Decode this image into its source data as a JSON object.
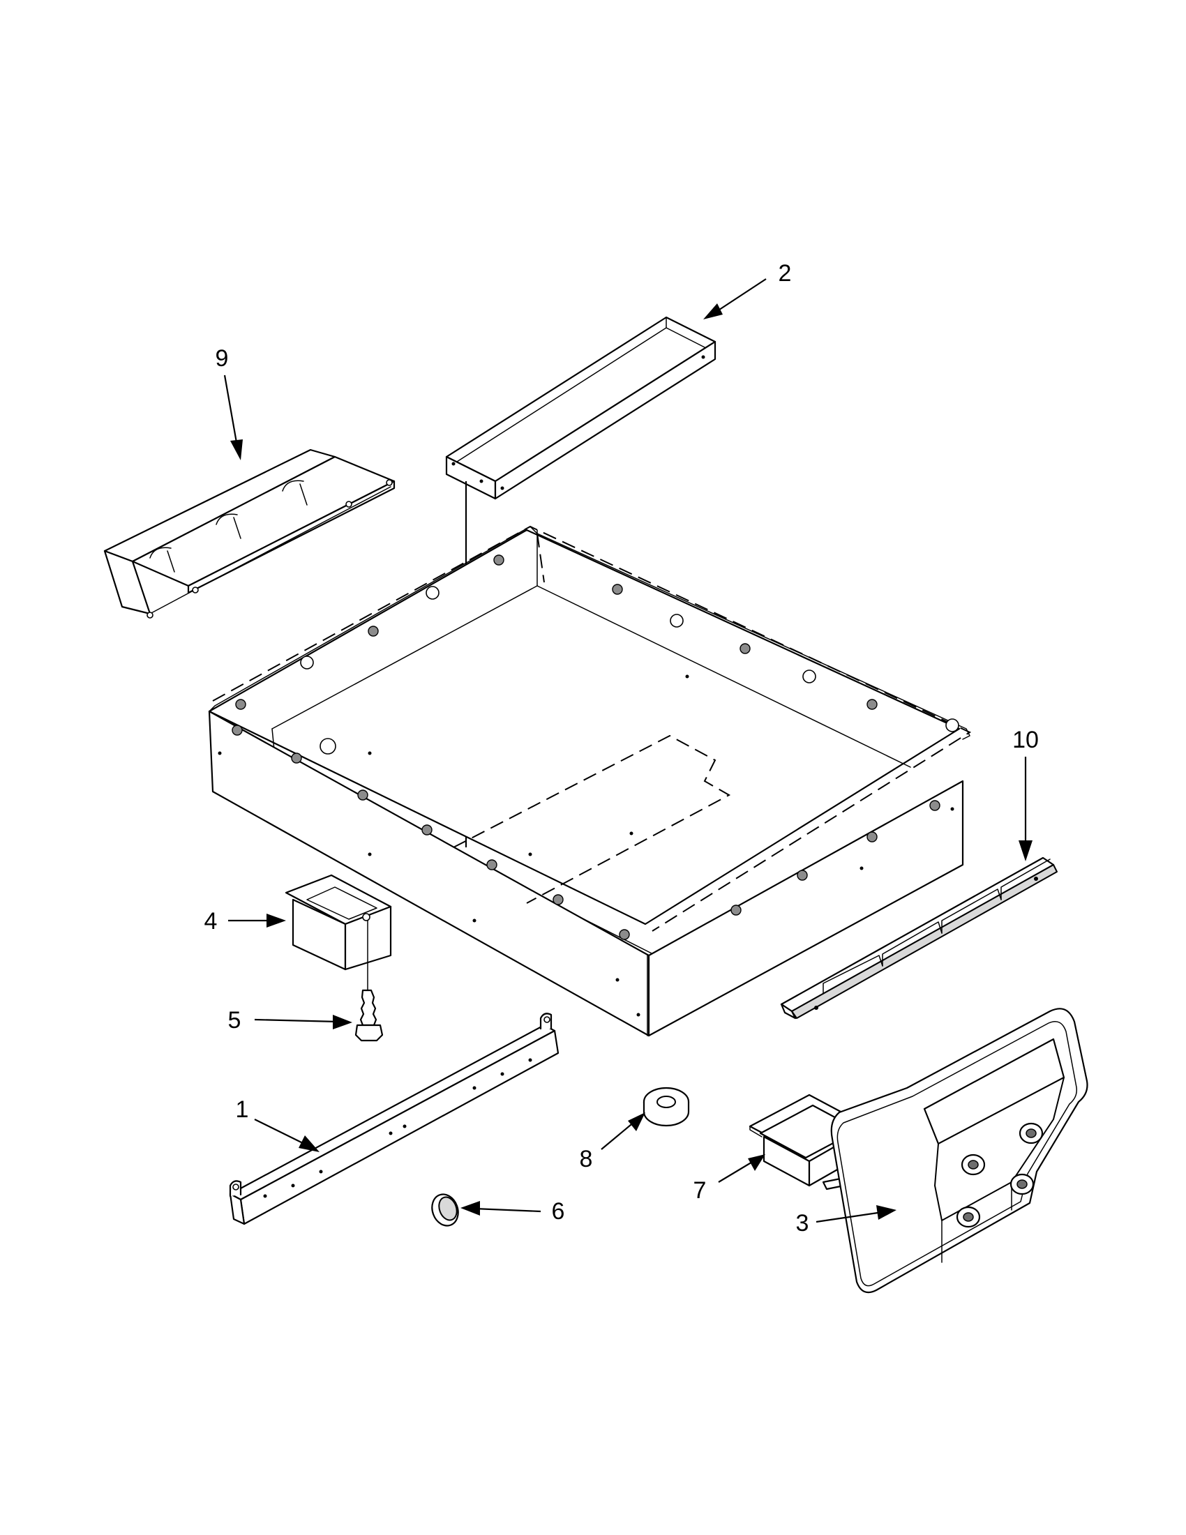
{
  "callouts": [
    {
      "id": "1",
      "label": "1"
    },
    {
      "id": "2",
      "label": "2"
    },
    {
      "id": "3",
      "label": "3"
    },
    {
      "id": "4",
      "label": "4"
    },
    {
      "id": "5",
      "label": "5"
    },
    {
      "id": "6",
      "label": "6"
    },
    {
      "id": "7",
      "label": "7"
    },
    {
      "id": "8",
      "label": "8"
    },
    {
      "id": "9",
      "label": "9"
    },
    {
      "id": "10",
      "label": "10"
    }
  ],
  "colors": {
    "line": "#000000",
    "background": "#ffffff",
    "shade": "#d9d9d9"
  }
}
